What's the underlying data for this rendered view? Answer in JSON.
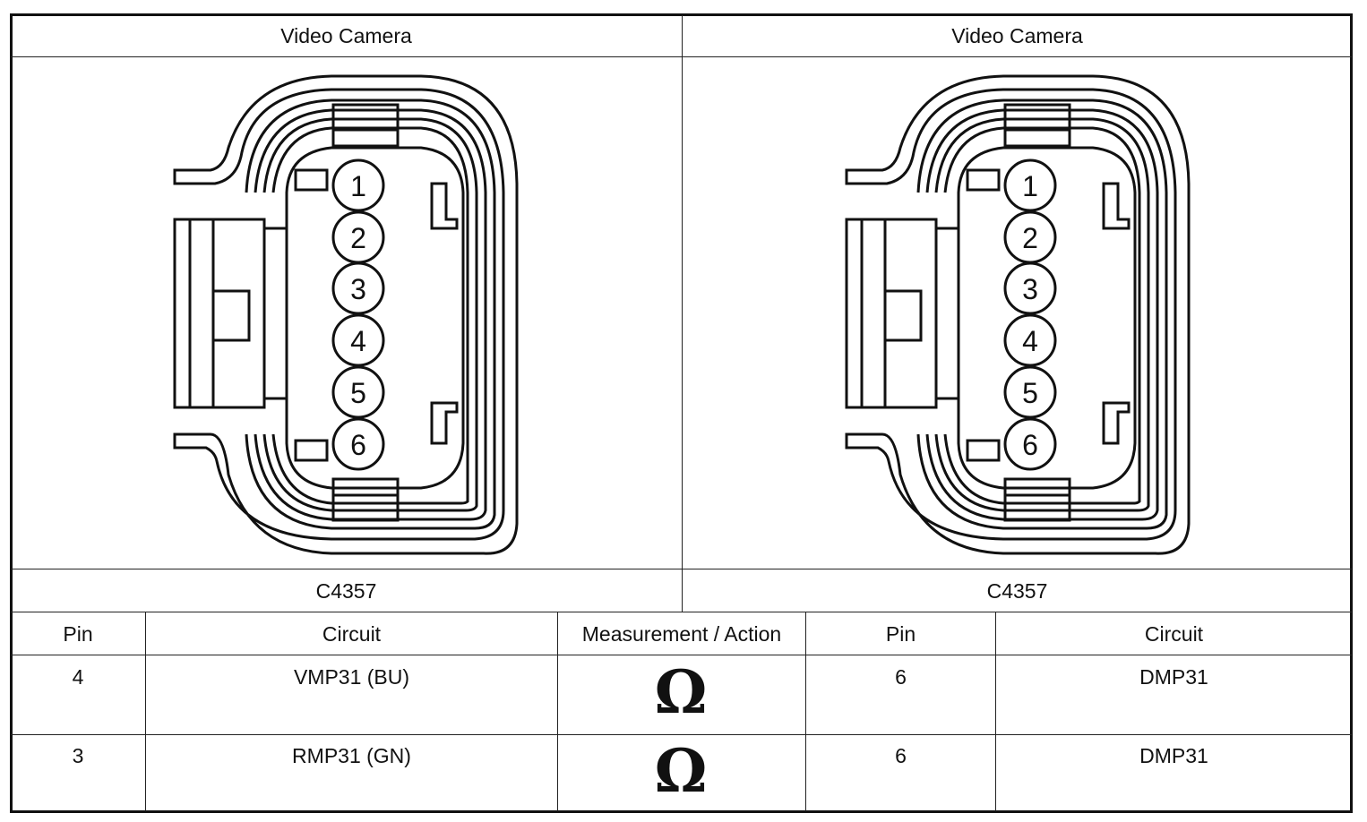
{
  "connectors": [
    {
      "title": "Video Camera",
      "connector_id": "C4357",
      "pins": [
        "1",
        "2",
        "3",
        "4",
        "5",
        "6"
      ]
    },
    {
      "title": "Video Camera",
      "connector_id": "C4357",
      "pins": [
        "1",
        "2",
        "3",
        "4",
        "5",
        "6"
      ]
    }
  ],
  "table": {
    "headers": [
      "Pin",
      "Circuit",
      "Measurement / Action",
      "Pin",
      "Circuit"
    ],
    "rows": [
      {
        "pin_a": "4",
        "circuit_a": "VMP31 (BU)",
        "action_symbol": "Ω",
        "pin_b": "6",
        "circuit_b": "DMP31"
      },
      {
        "pin_a": "3",
        "circuit_a": "RMP31 (GN)",
        "action_symbol": "Ω",
        "pin_b": "6",
        "circuit_b": "DMP31"
      }
    ]
  }
}
